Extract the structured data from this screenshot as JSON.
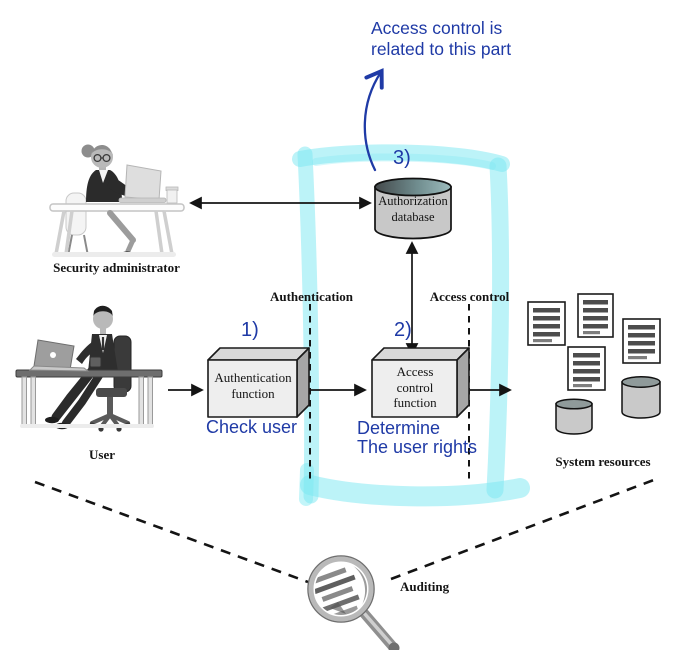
{
  "colors": {
    "accent_blue": "#1f3aa6",
    "highlight_cyan": "#7ae8f2"
  },
  "note": {
    "line1": "Access control is",
    "line2": "related to this part"
  },
  "steps": {
    "step1": "1)",
    "step2": "2)",
    "step3": "3)"
  },
  "captions": {
    "check_user": "Check user",
    "determine_line1": "Determine",
    "determine_line2": "The user rights"
  },
  "phases": {
    "authentication": "Authentication",
    "access_control": "Access control"
  },
  "nodes": {
    "authorization_database": {
      "line1": "Authorization",
      "line2": "database"
    },
    "authentication_function": {
      "line1": "Authentication",
      "line2": "function"
    },
    "access_control_function": {
      "line1": "Access",
      "line2": "control",
      "line3": "function"
    }
  },
  "actors": {
    "security_admin": "Security administrator",
    "user": "User"
  },
  "resources": {
    "label": "System resources"
  },
  "auditing": {
    "label": "Auditing"
  }
}
